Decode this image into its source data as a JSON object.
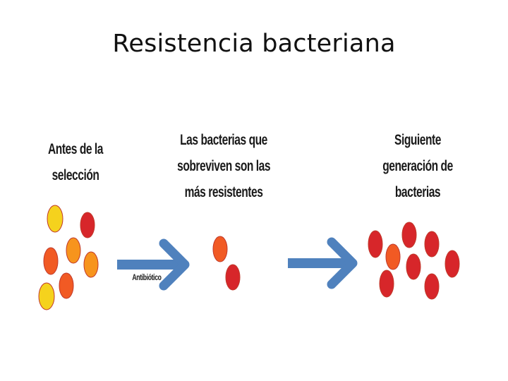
{
  "title": "Resistencia bacteriana",
  "stages": [
    {
      "lines": [
        "Antes de la",
        "selección"
      ]
    },
    {
      "lines": [
        "Las bacterias que",
        "sobreviven son las",
        "más resistentes"
      ]
    },
    {
      "lines": [
        "Siguiente",
        "generación de",
        "bacterias"
      ]
    }
  ],
  "arrow_label": "Antibiótico",
  "colors": {
    "arrow": "#4f81bd",
    "yellow": "#f5d21d",
    "orange": "#f7941d",
    "orange_red": "#f15a24",
    "red": "#d7262a",
    "dark_red": "#c1272d",
    "stroke": "#c0392b"
  }
}
